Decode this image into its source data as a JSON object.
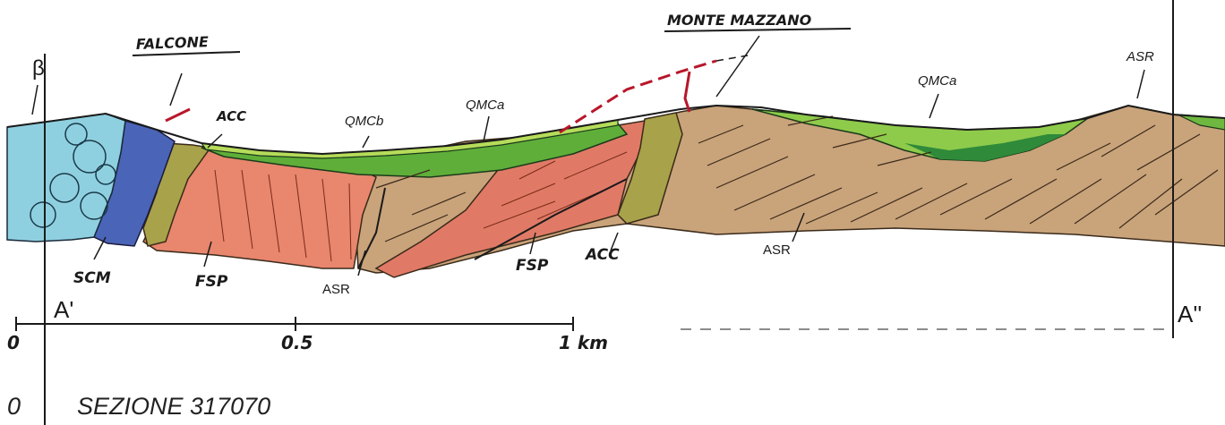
{
  "section": {
    "title": "SEZIONE 317070",
    "title_origin": "0",
    "start_label": "A'",
    "end_label": "A''",
    "beta_label": "β"
  },
  "places": {
    "falcone": "FALCONE",
    "monte_mazzano": "MONTE MAZZANO"
  },
  "scale": {
    "ticks": [
      "0",
      "0.5",
      "1 km"
    ]
  },
  "units": {
    "scm": "SCM",
    "fsp_left": "FSP",
    "asr_left": "ASR",
    "fsp_mid": "FSP",
    "acc_mid": "ACC",
    "acc_top": "ACC",
    "qmcb": "QMCb",
    "qmca_left": "QMCa",
    "qmca_right": "QMCa",
    "asr_right_top": "ASR",
    "asr_right_lower": "ASR"
  },
  "colors": {
    "basalt": "#8fd0e0",
    "scm": "#4a64b8",
    "acc": "#a8a24a",
    "fsp": "#e8866e",
    "asr": "#c8a47c",
    "qmcb": "#5fae3a",
    "qmca": "#9ccf4a",
    "qmca_dark": "#2f8a3a",
    "ink": "#1a1a1a",
    "fault_red": "#b8162a"
  }
}
